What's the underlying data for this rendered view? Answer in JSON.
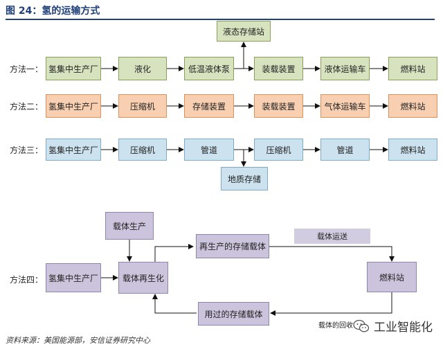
{
  "figure": {
    "title": "图 24：氢的运输方式",
    "source": "资料来源：美国能源部，安信证券研究中心"
  },
  "rows": {
    "method1": {
      "label": "方法一：",
      "nodes": [
        "氢集中生产厂",
        "液化",
        "低温液体泵",
        "装载装置",
        "液体运输车",
        "燃料站"
      ],
      "storage": "液态存储站"
    },
    "method2": {
      "label": "方法二：",
      "nodes": [
        "氢集中生产厂",
        "压缩机",
        "存储装置",
        "装载装置",
        "气体运输车",
        "燃料站"
      ]
    },
    "method3": {
      "label": "方法三：",
      "nodes": [
        "氢集中生产厂",
        "压缩机",
        "管道",
        "压缩机",
        "管道",
        "燃料站"
      ],
      "storage": "地质存储"
    },
    "method4": {
      "label": "方法四：",
      "plant": "氢集中生产厂",
      "carrier_production": "载体生产",
      "regeneration": "载体再生化",
      "regenerated_carrier": "再生产的存储载体",
      "transport_label": "载体运送",
      "fuel_station": "燃料站",
      "used_carrier": "用过的存储载体",
      "return_label": "载体的回收"
    }
  },
  "watermark": {
    "text": "工业智能化",
    "icon": "wechat-icon"
  },
  "colors": {
    "title": "#1f3f7a",
    "method1": "#d7e3bf",
    "method2": "#f8cfb0",
    "method3": "#cce2ee",
    "method4": "#ccc4dc"
  }
}
